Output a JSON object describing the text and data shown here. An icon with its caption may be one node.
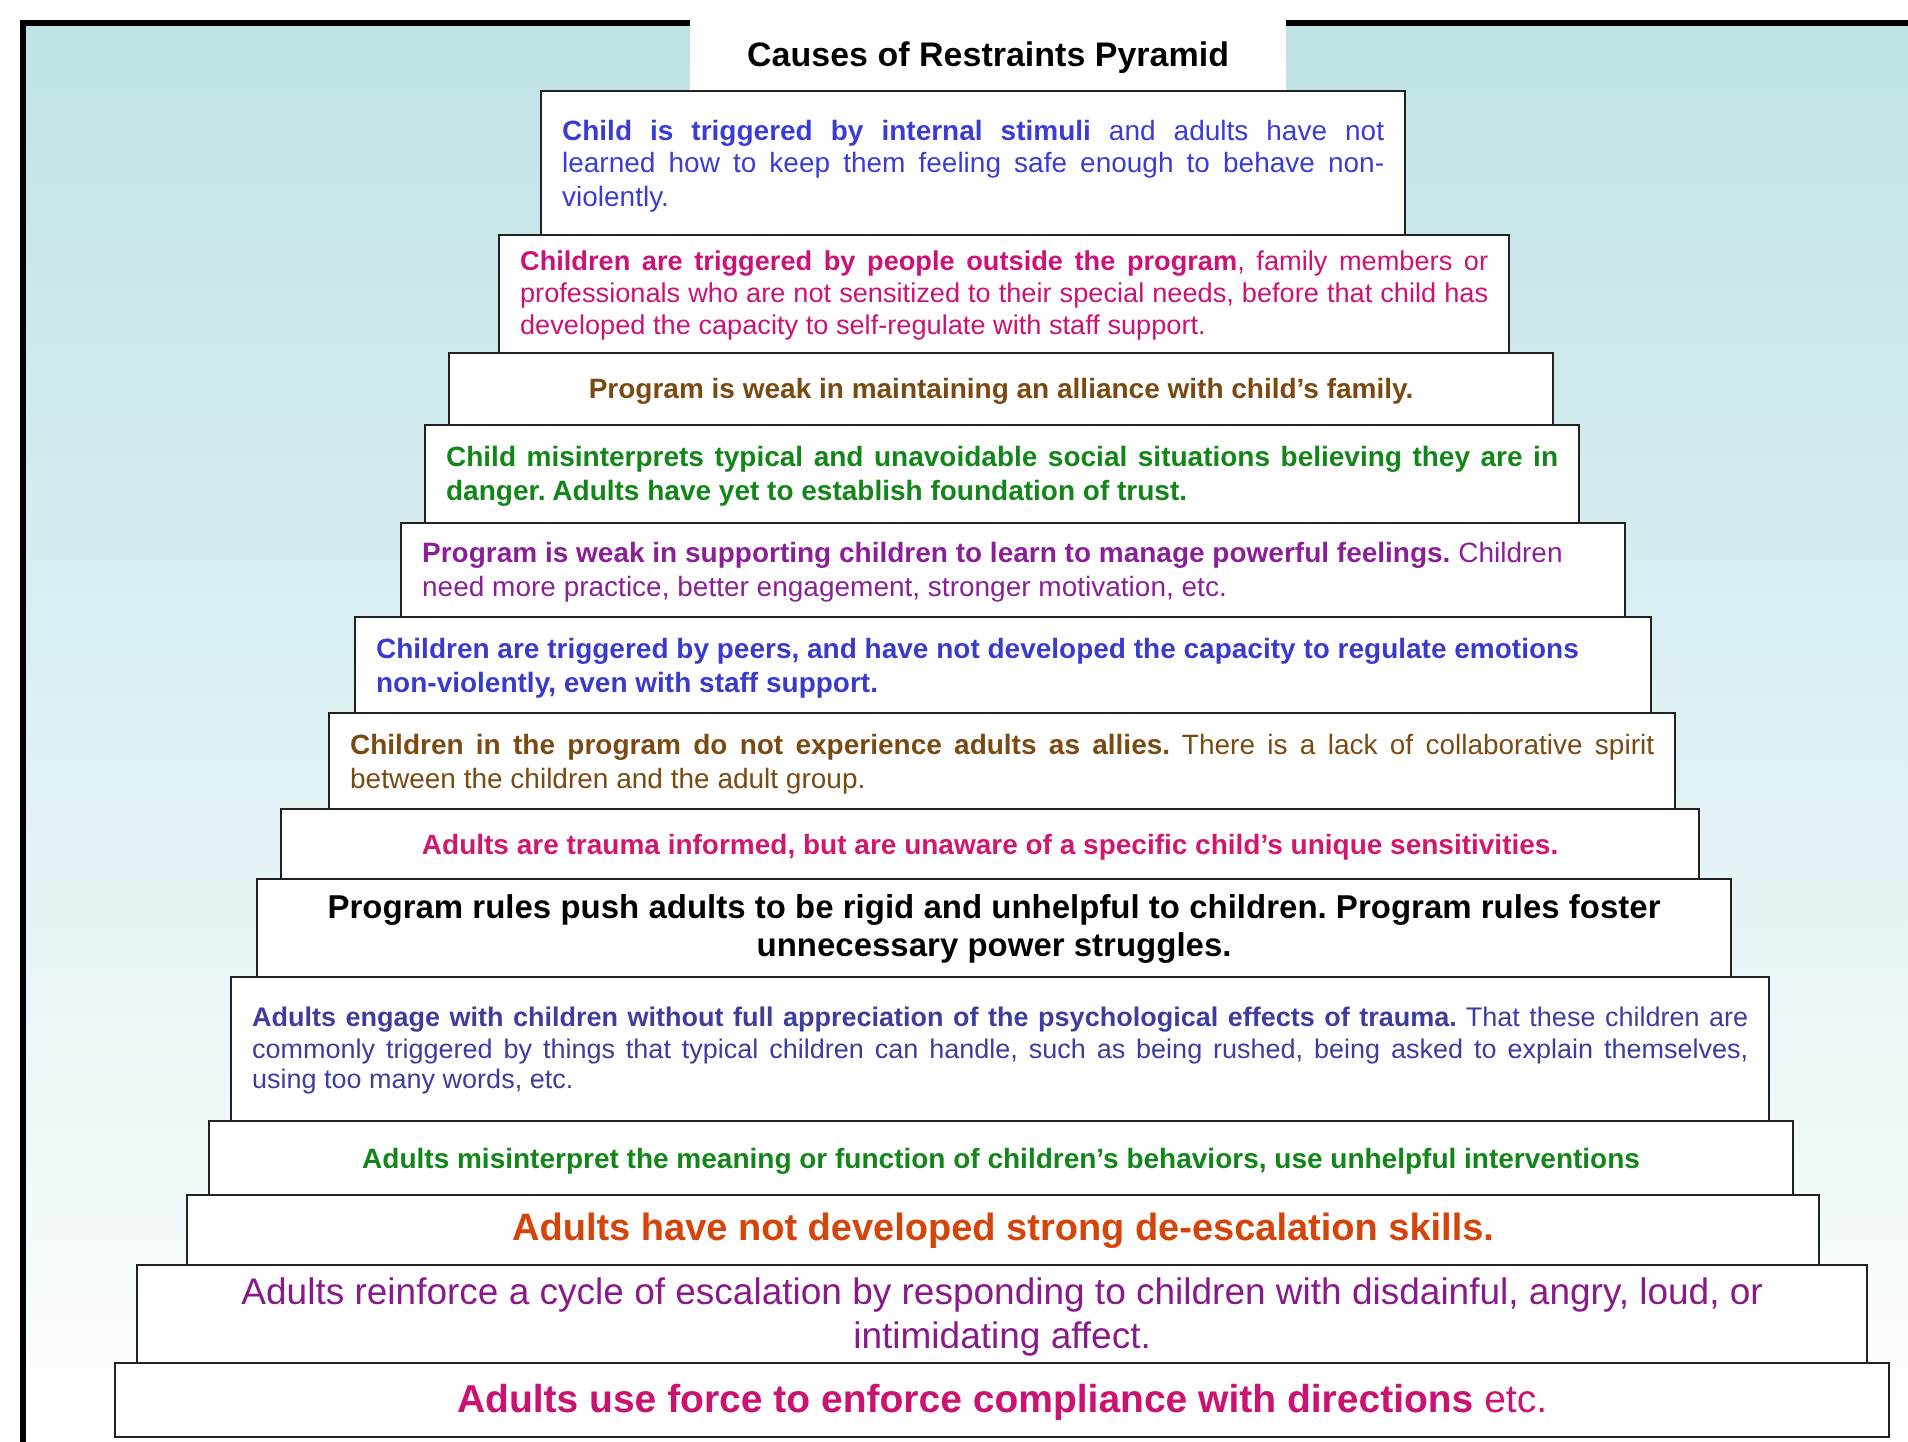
{
  "diagram": {
    "title": "Causes of Restraints Pyramid",
    "nodes": [
      {
        "text": [
          "**Child is triggered by internal stimuli** and adults have not learned how to keep them feeling safe enough to behave non-violently."
        ]
      },
      {
        "text": [
          "**Children are triggered by people outside the program**, family members or professionals who are not sensitized to their special needs, before that child has developed the capacity to self-regulate with staff support."
        ]
      },
      {
        "text": [
          "Program is weak in maintaining an alliance with child’s family."
        ]
      },
      {
        "text": [
          "Child misinterprets typical and unavoidable social situations believing they are in danger. Adults have yet to establish foundation of trust."
        ]
      },
      {
        "text": [
          "**Program is weak in supporting children to learn to manage powerful feelings.** Children need more practice, better engagement, stronger motivation, etc."
        ]
      },
      {
        "text": [
          "Children are triggered by peers, and have not developed the capacity to regulate emotions non-violently, even with staff support."
        ]
      },
      {
        "text": [
          "**Children in the program do not experience adults as allies.** There is a lack of collaborative spirit between the children and the adult group."
        ]
      },
      {
        "text": [
          "Adults are trauma informed, but are unaware of a specific child’s unique sensitivities."
        ]
      },
      {
        "text": [
          "Program rules push adults to be rigid and unhelpful to children. Program rules foster unnecessary power struggles."
        ]
      },
      {
        "text": [
          "**Adults engage with children without full appreciation of the psychological effects of trauma.** That these children are commonly triggered by things that typical children can handle, such as being rushed, being asked to explain themselves, using too many words, etc."
        ]
      },
      {
        "text": [
          "Adults misinterpret the meaning or function of children’s behaviors, use unhelpful interventions"
        ]
      },
      {
        "text": [
          "Adults have not developed strong de-escalation skills."
        ]
      },
      {
        "text": [
          "Adults reinforce a cycle of escalation by responding to children with disdainful, angry, loud, or intimidating affect."
        ]
      },
      {
        "text": [
          "**Adults use force to enforce compliance with directions** etc."
        ]
      }
    ]
  }
}
